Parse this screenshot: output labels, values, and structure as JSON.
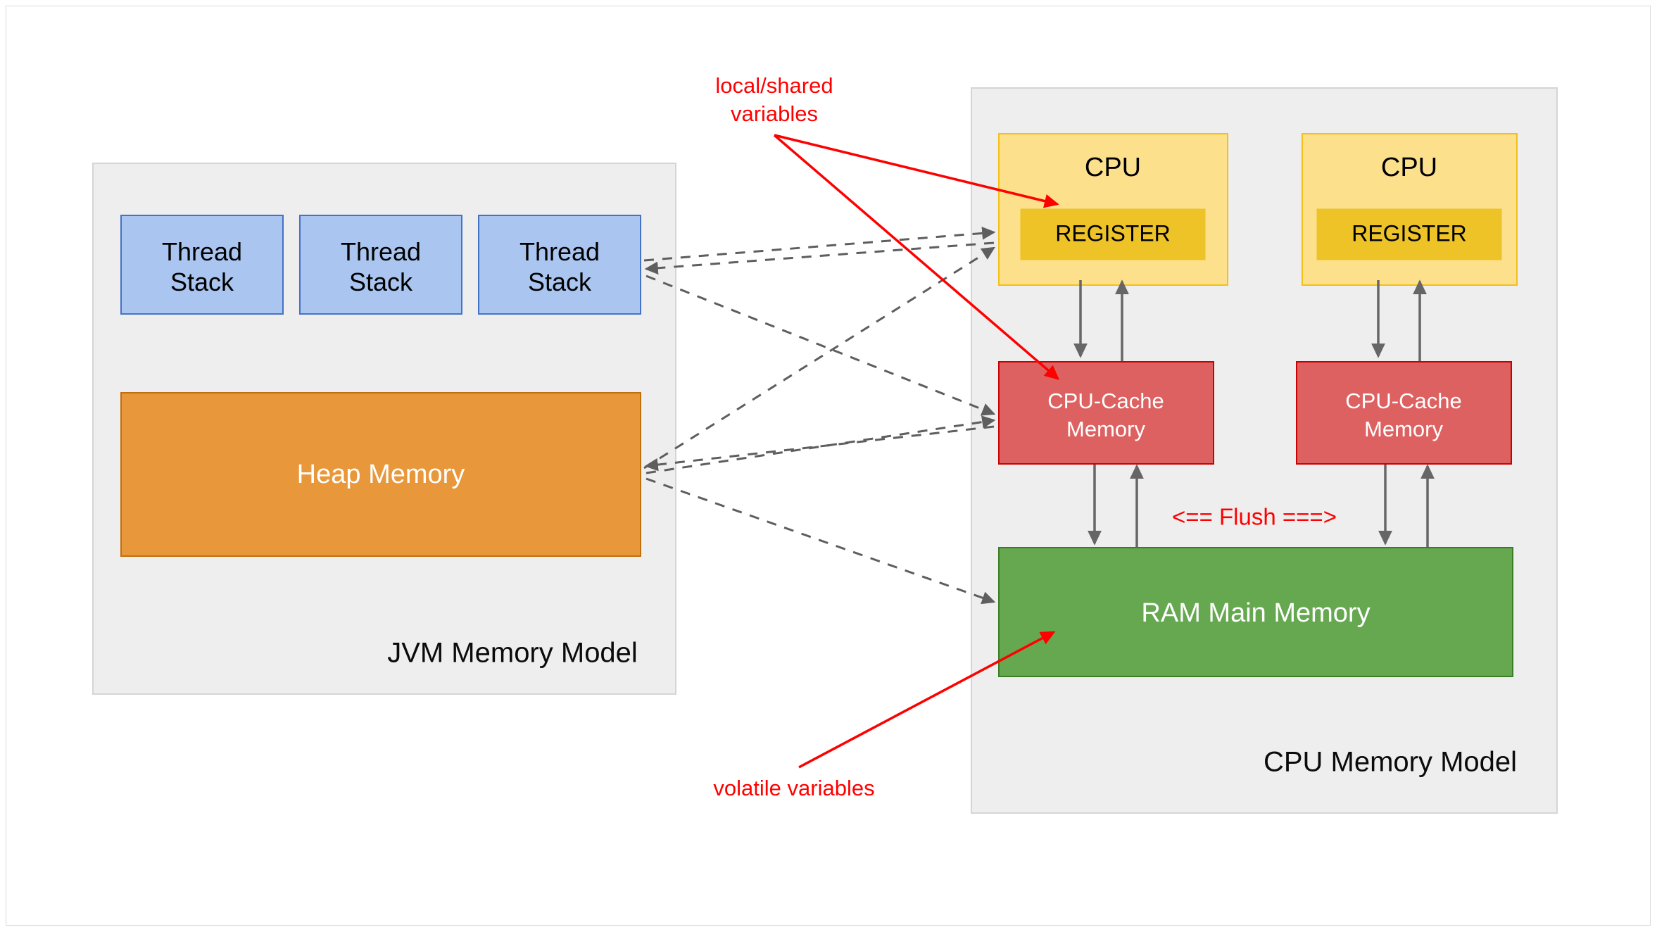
{
  "diagram": {
    "title": "JVM Memory Model and CPU Memory Model",
    "colors": {
      "panel_bg": "#eeeeee",
      "panel_border": "#d5d5d5",
      "thread_fill": "#a9c5f0",
      "thread_border": "#4472c4",
      "heap_fill": "#e8973a",
      "heap_border": "#c0700f",
      "cpu_fill": "#fce08c",
      "cpu_border": "#f2c017",
      "register_fill": "#eec328",
      "cache_fill": "#dd6161",
      "cache_border": "#cc0000",
      "ram_fill": "#65a84f",
      "ram_border": "#3d7d28",
      "dashed_arrow": "#5e5e5e",
      "solid_arrow": "#666666",
      "annotation_red": "#ff0000"
    }
  },
  "jvm_panel": {
    "title": "JVM Memory Model",
    "thread_stacks": [
      {
        "line1": "Thread",
        "line2": "Stack"
      },
      {
        "line1": "Thread",
        "line2": "Stack"
      },
      {
        "line1": "Thread",
        "line2": "Stack"
      }
    ],
    "heap": {
      "label": "Heap Memory"
    }
  },
  "cpu_panel": {
    "title": "CPU Memory Model",
    "cpus": [
      {
        "label": "CPU",
        "register_label": "REGISTER",
        "cache_line1": "CPU-Cache",
        "cache_line2": "Memory"
      },
      {
        "label": "CPU",
        "register_label": "REGISTER",
        "cache_line1": "CPU-Cache",
        "cache_line2": "Memory"
      }
    ],
    "ram": {
      "label": "RAM Main Memory"
    },
    "flush_label": "<== Flush ===>"
  },
  "annotations": {
    "local_shared": {
      "line1": "local/shared",
      "line2": "variables"
    },
    "volatile": {
      "label": "volatile variables"
    }
  }
}
